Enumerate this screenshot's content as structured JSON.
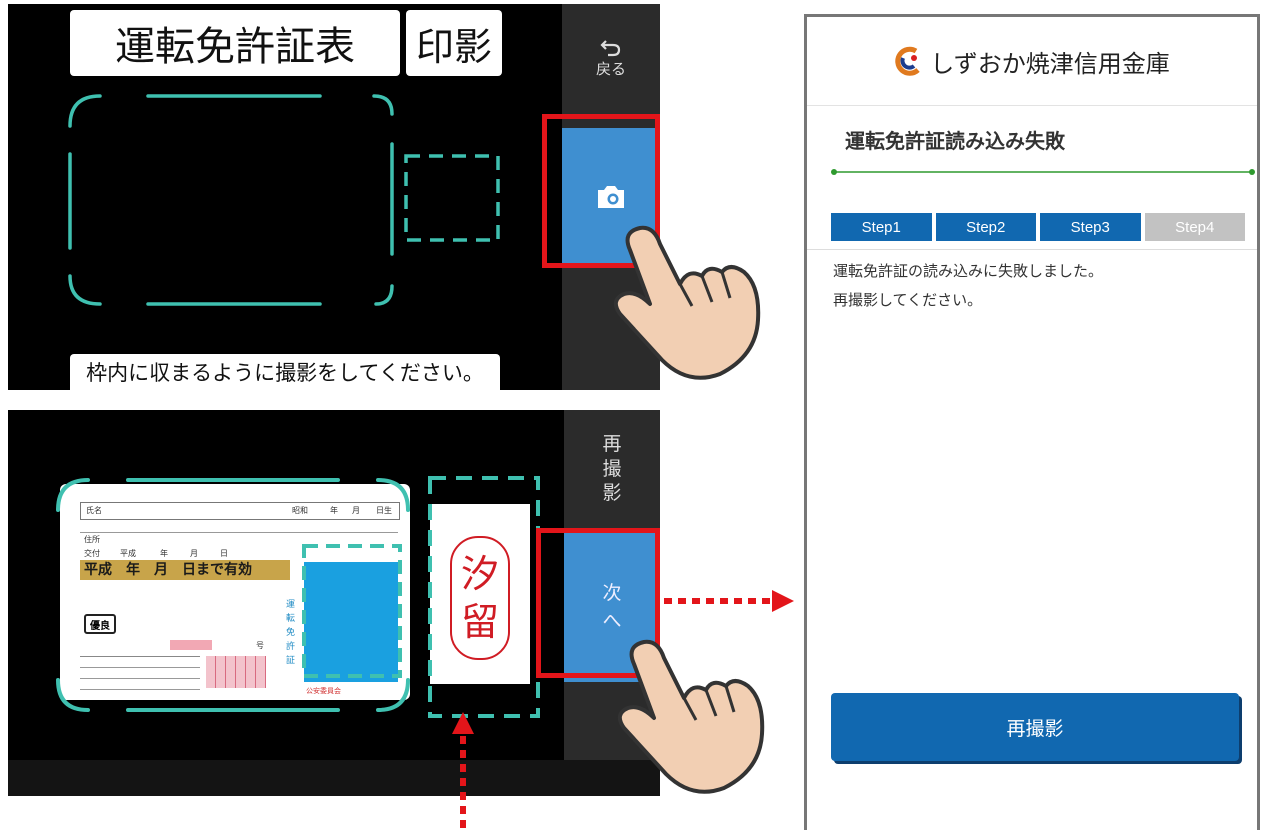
{
  "capture_screen": {
    "title_label": "運転免許証表",
    "seal_label": "印影",
    "back_button": {
      "icon": "undo-arrow-icon",
      "label": "戻る"
    },
    "shutter_button": {
      "icon": "camera-icon"
    },
    "instruction": "枠内に収まるように撮影をしてください。"
  },
  "confirm_screen": {
    "retake_button": {
      "chars": [
        "再",
        "撮",
        "影"
      ]
    },
    "next_button": {
      "chars": [
        "次",
        "へ"
      ]
    },
    "license_card": {
      "name_label": "氏名",
      "birth_fields": [
        "昭和",
        "年",
        "月",
        "日生"
      ],
      "address_label": "住所",
      "issue_label": "交付",
      "issue_fields": [
        "平成",
        "年",
        "月",
        "日"
      ],
      "validity_text": "平成　年　月　日まで有効",
      "excellent_label": "優良",
      "number_label": "号",
      "license_word": "運転免許証",
      "authority": "公安委員会"
    },
    "seal_text": [
      "汐",
      "留"
    ]
  },
  "phone": {
    "brand_name": "しずおか焼津信用金庫",
    "brand_logo": "shinkin-logo-icon",
    "page_title": "運転免許証読み込み失敗",
    "steps": [
      {
        "label": "Step1",
        "active": true
      },
      {
        "label": "Step2",
        "active": true
      },
      {
        "label": "Step3",
        "active": true
      },
      {
        "label": "Step4",
        "active": false
      }
    ],
    "message_lines": [
      "運転免許証の読み込みに失敗しました。",
      "再撮影してください。"
    ],
    "retake_button_label": "再撮影"
  },
  "colors": {
    "accent_blue": "#1168b0",
    "camera_button_blue": "#3f8fd0",
    "frame_teal": "#3fc0b0",
    "highlight_red": "#e3151a",
    "progress_green": "#2e9a2e"
  }
}
